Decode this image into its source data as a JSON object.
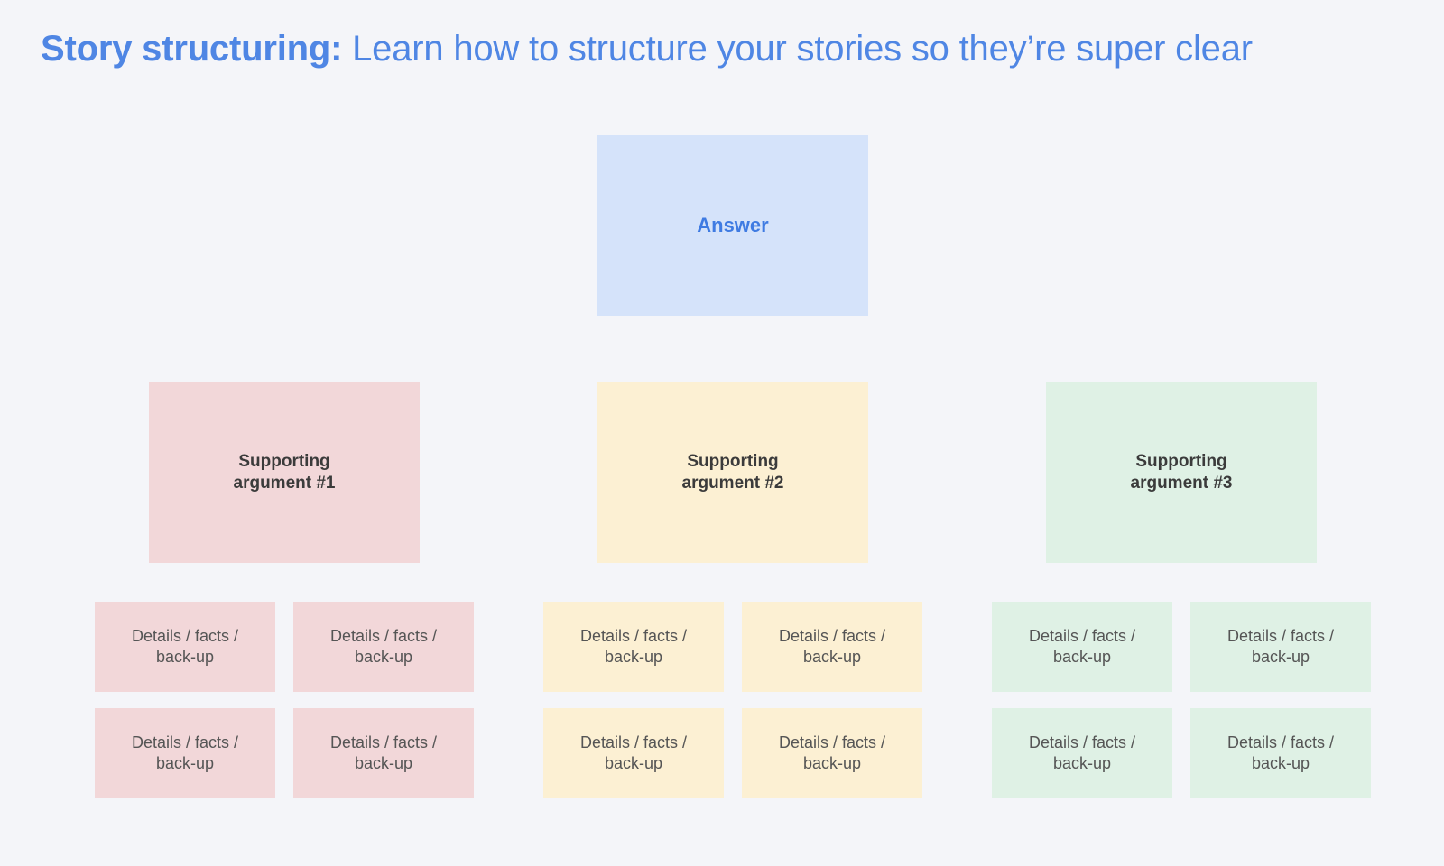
{
  "title": {
    "bold": "Story structuring:",
    "rest": "Learn how to structure your stories so they’re super clear"
  },
  "colors": {
    "answer": "#d5e3fa",
    "answer_text": "#3f7be2",
    "pink": "#f2d7d9",
    "yellow": "#fcf0d3",
    "green": "#dff1e5",
    "title": "#4f86e4"
  },
  "answer": {
    "label": "Answer"
  },
  "arguments": [
    {
      "label": "Supporting argument #1",
      "details": [
        "Details / facts / back-up",
        "Details / facts / back-up",
        "Details / facts / back-up",
        "Details / facts / back-up"
      ]
    },
    {
      "label": "Supporting argument #2",
      "details": [
        "Details / facts / back-up",
        "Details / facts / back-up",
        "Details / facts / back-up",
        "Details / facts / back-up"
      ]
    },
    {
      "label": "Supporting argument #3",
      "details": [
        "Details / facts / back-up",
        "Details / facts / back-up",
        "Details / facts / back-up",
        "Details / facts / back-up"
      ]
    }
  ]
}
